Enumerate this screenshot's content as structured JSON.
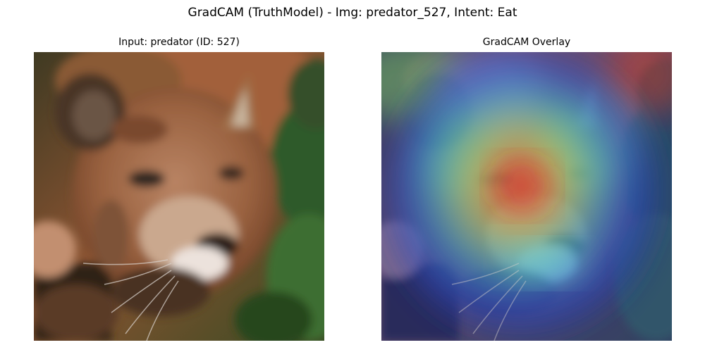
{
  "figure": {
    "suptitle": "GradCAM (TruthModel) - Img: predator_527, Intent: Eat"
  },
  "panels": [
    {
      "title": "Input: predator (ID: 527)",
      "content": "photo-of-cougar"
    },
    {
      "title": "GradCAM Overlay",
      "content": "cougar-photo-with-gradcam-heatmap"
    }
  ]
}
